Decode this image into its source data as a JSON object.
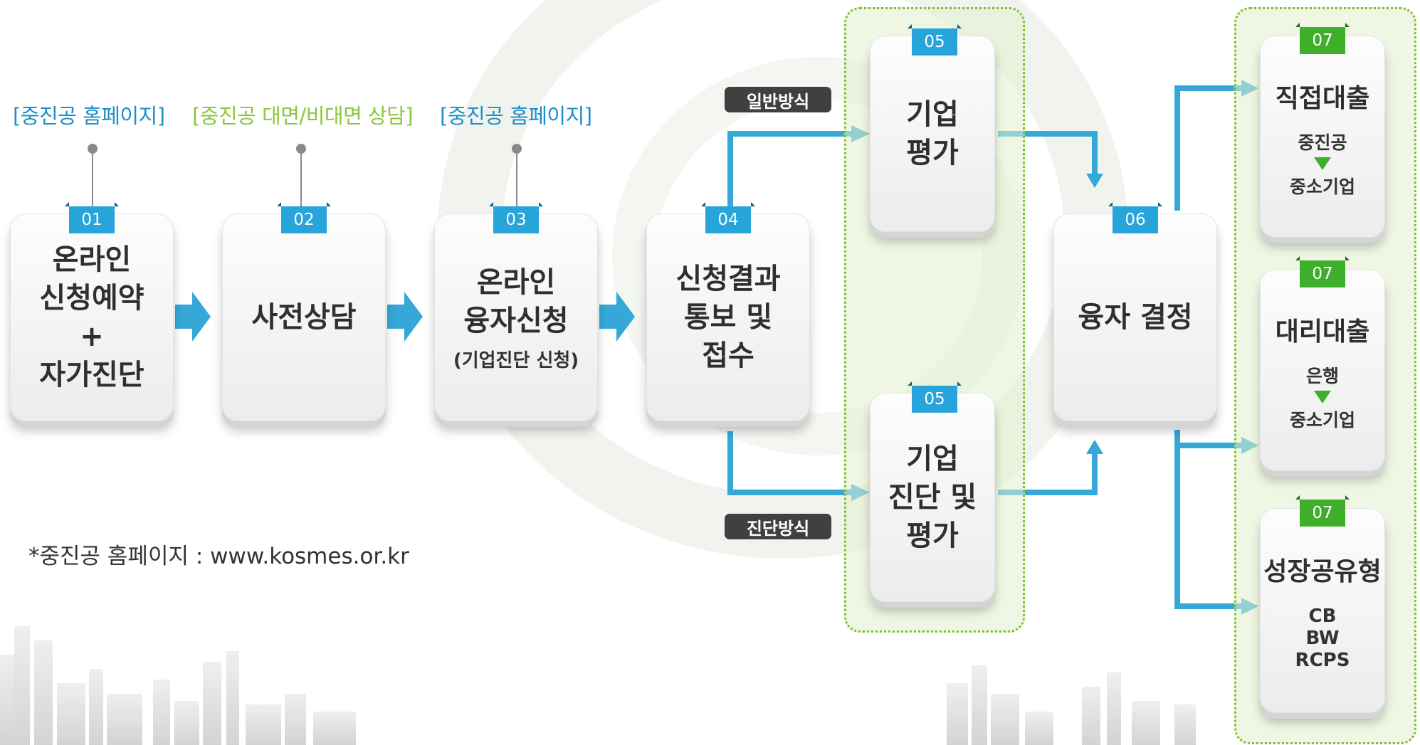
{
  "top_labels": [
    {
      "text": "[중진공 홈페이지]"
    },
    {
      "text": "[중진공 대면/비대면 상담]"
    },
    {
      "text": "[중진공 홈페이지]"
    }
  ],
  "steps": {
    "s01": {
      "badge": "01",
      "title": "온라인\n신청예약\n+\n자가진단"
    },
    "s02": {
      "badge": "02",
      "title": "사전상담"
    },
    "s03": {
      "badge": "03",
      "title": "온라인\n융자신청",
      "sub": "(기업진단 신청)"
    },
    "s04": {
      "badge": "04",
      "title": "신청결과\n통보 및\n접수"
    },
    "s05a": {
      "badge": "05",
      "title": "기업\n평가"
    },
    "s05b": {
      "badge": "05",
      "title": "기업\n진단 및\n평가"
    },
    "s06": {
      "badge": "06",
      "title": "융자 결정"
    },
    "s07a": {
      "badge": "07",
      "title": "직접대출",
      "from": "중진공",
      "to": "중소기업"
    },
    "s07b": {
      "badge": "07",
      "title": "대리대출",
      "from": "은행",
      "to": "중소기업"
    },
    "s07c": {
      "badge": "07",
      "title": "성장공유형",
      "items": [
        "CB",
        "BW",
        "RCPS"
      ]
    }
  },
  "tags": {
    "general": "일반방식",
    "diagnosis": "진단방식"
  },
  "note": "*중진공 홈페이지 : www.kosmes.or.kr",
  "colors": {
    "blue": "#27a4d9",
    "green": "#3fae2a",
    "arrow": "#35a8d8",
    "dark_tag": "#404040"
  }
}
